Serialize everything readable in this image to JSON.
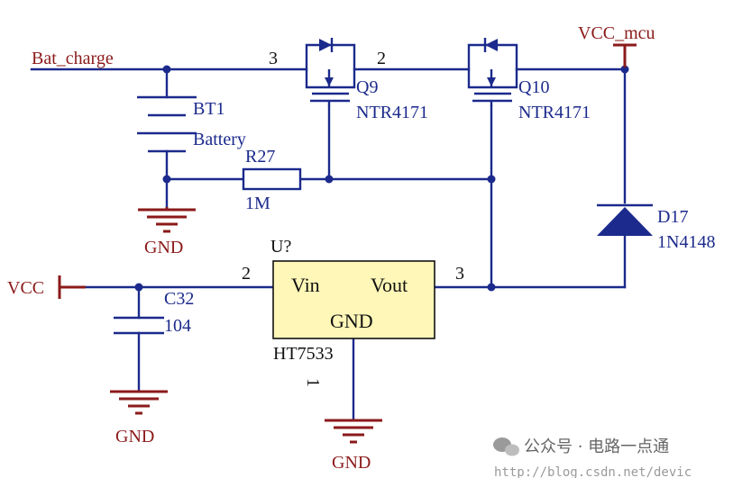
{
  "nets": {
    "bat_charge": "Bat_charge",
    "vcc_mcu": "VCC_mcu",
    "vcc": "VCC",
    "gnd_1": "GND",
    "gnd_2": "GND",
    "gnd_3": "GND"
  },
  "battery": {
    "ref": "BT1",
    "value": "Battery"
  },
  "resistor": {
    "ref": "R27",
    "value": "1M"
  },
  "q9": {
    "ref": "Q9",
    "part": "NTR4171",
    "pin_source": "3",
    "pin_drain": "2"
  },
  "q10": {
    "ref": "Q10",
    "part": "NTR4171"
  },
  "diode": {
    "ref": "D17",
    "part": "1N4148"
  },
  "capacitor": {
    "ref": "C32",
    "value": "104"
  },
  "regulator": {
    "ref": "U?",
    "part": "HT7533",
    "pin_vin_label": "Vin",
    "pin_vout_label": "Vout",
    "pin_gnd_label": "GND",
    "pin_vin_num": "2",
    "pin_vout_num": "3",
    "pin_gnd_num": "1"
  },
  "watermark": {
    "text": "公众号 · 电路一点通",
    "url": "http://blog.csdn.net/devic"
  },
  "colors": {
    "wire": "#1b2a8c",
    "power": "#8b1a1a",
    "ic_fill": "#fff7b8"
  }
}
